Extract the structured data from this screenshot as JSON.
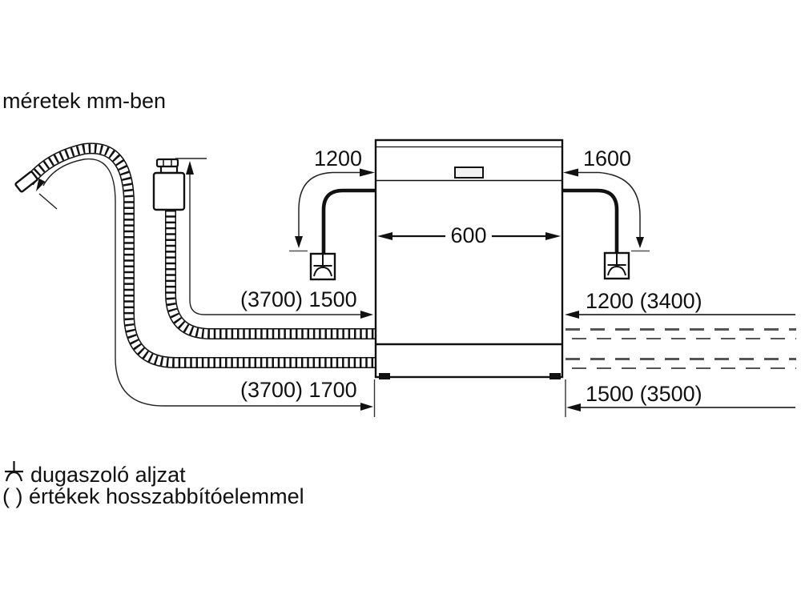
{
  "title": "méretek mm-ben",
  "dimensions": {
    "cord_left": "1200",
    "cord_right": "1600",
    "appliance_width": "600",
    "supply_hose": "(3700) 1500",
    "drain_hose": "(3700) 1700",
    "reach_upper_right": "1200 (3400)",
    "reach_lower_right": "1500 (3500)"
  },
  "legend": {
    "socket": "dugaszoló aljzat",
    "extension_note": "( ) értékek hosszabbítóelemmel"
  },
  "icons": {
    "socket": "socket-outlet-icon",
    "tap_valve": "aquastop-valve-icon"
  },
  "colors": {
    "line": "#111111",
    "secondary": "#555555",
    "background": "#ffffff"
  }
}
